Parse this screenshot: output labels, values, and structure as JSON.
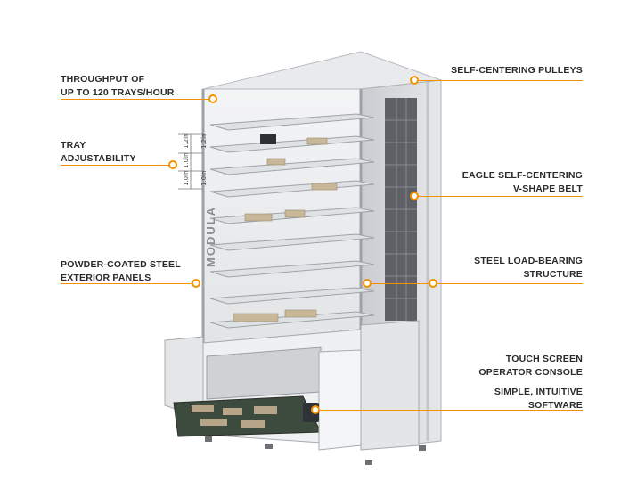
{
  "accent_color": "#f39200",
  "callouts": {
    "throughput": {
      "lines": [
        "THROUGHPUT OF",
        "UP TO 120 TRAYS/HOUR"
      ]
    },
    "tray_adjustability": {
      "lines": [
        "TRAY",
        "ADJUSTABILITY"
      ]
    },
    "powder_coated": {
      "lines": [
        "POWDER-COATED STEEL",
        "EXTERIOR PANELS"
      ]
    },
    "self_centering_pulleys": {
      "lines": [
        "SELF-CENTERING PULLEYS"
      ]
    },
    "eagle_belt": {
      "lines": [
        "EAGLE SELF-CENTERING",
        "V-SHAPE BELT"
      ]
    },
    "steel_structure": {
      "lines": [
        "STEEL LOAD-BEARING",
        "STRUCTURE"
      ]
    },
    "touch_screen": {
      "lines": [
        "TOUCH SCREEN",
        "OPERATOR CONSOLE"
      ]
    },
    "software": {
      "lines": [
        "SIMPLE, INTUITIVE",
        "SOFTWARE"
      ]
    }
  },
  "tray_dimensions": [
    "1.2in",
    "1.2in",
    "1.0in",
    "1.0in",
    "1.0in"
  ],
  "brand_mark": "MODULA"
}
